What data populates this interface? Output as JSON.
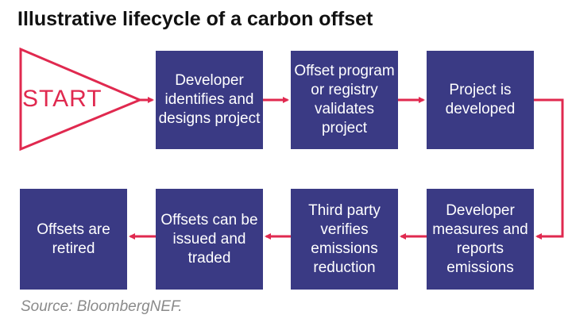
{
  "title": "Illustrative lifecycle of a carbon offset",
  "start_label": "START",
  "steps": [
    "Developer identifies and designs project",
    "Offset program or registry validates project",
    "Project is developed",
    "Developer measures and reports emissions",
    "Third party verifies emissions reduction",
    "Offsets can be issued and traded",
    "Offsets are retired"
  ],
  "source": "Source: BloombergNEF.",
  "colors": {
    "box": "#3a3a84",
    "arrow": "#e0294f",
    "title": "#111111",
    "source": "#8a8a8a"
  }
}
